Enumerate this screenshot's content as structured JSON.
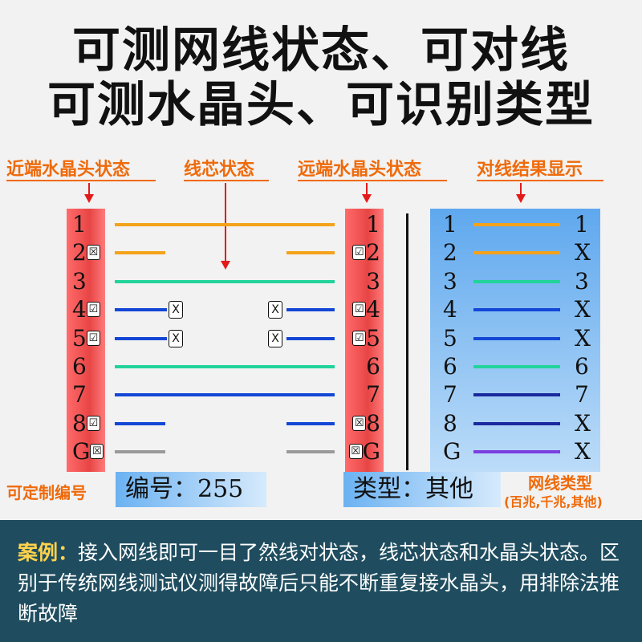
{
  "headline": {
    "line1": "可测网线状态、可对线",
    "line2": "可测水晶头、可识别类型"
  },
  "labels": {
    "near_plug": "近端水晶头状态",
    "core": "线芯状态",
    "far_plug": "远端水晶头状态",
    "result": "对线结果显示"
  },
  "near_pins": [
    {
      "label": "1",
      "mark": ""
    },
    {
      "label": "2",
      "mark": "☒"
    },
    {
      "label": "3",
      "mark": ""
    },
    {
      "label": "4",
      "mark": "☑"
    },
    {
      "label": "5",
      "mark": "☑"
    },
    {
      "label": "6",
      "mark": ""
    },
    {
      "label": "7",
      "mark": ""
    },
    {
      "label": "8",
      "mark": "☑"
    },
    {
      "label": "G",
      "mark": "☒"
    }
  ],
  "far_pins": [
    {
      "label": "1",
      "mark": ""
    },
    {
      "label": "2",
      "mark": "☑"
    },
    {
      "label": "3",
      "mark": ""
    },
    {
      "label": "4",
      "mark": "☑"
    },
    {
      "label": "5",
      "mark": "☑"
    },
    {
      "label": "6",
      "mark": ""
    },
    {
      "label": "7",
      "mark": ""
    },
    {
      "label": "8",
      "mark": "☒"
    },
    {
      "label": "G",
      "mark": "☒"
    }
  ],
  "core_break_mark": "X",
  "colors": {
    "orange": "#f5a21b",
    "green": "#22d39a",
    "blue": "#1447d6",
    "darkblue": "#1a2a9e",
    "gray": "#9a9a9a",
    "purple": "#7b3fe0",
    "label_orange": "#ef6a0a",
    "arrow_red": "#e31a1a",
    "bottom_bg": "#1f4d5f"
  },
  "results": [
    {
      "left": "1",
      "right": "1"
    },
    {
      "left": "2",
      "right": "X"
    },
    {
      "left": "3",
      "right": "3"
    },
    {
      "left": "4",
      "right": "X"
    },
    {
      "left": "5",
      "right": "X"
    },
    {
      "left": "6",
      "right": "6"
    },
    {
      "left": "7",
      "right": "7"
    },
    {
      "left": "8",
      "right": "X"
    },
    {
      "left": "G",
      "right": "X"
    }
  ],
  "custom_number_label": "可定制编号",
  "number_box": "编号：255",
  "type_box": "类型：其他",
  "cable_type": {
    "title": "网线类型",
    "options": "(百兆,千兆,其他)"
  },
  "case": {
    "heading": "案例：",
    "text": "接入网线即可一目了然线对状态，线芯状态和水晶头状态。区别于传统网线测试仪测得故障后只能不断重复接水晶头，用排除法推断故障"
  }
}
